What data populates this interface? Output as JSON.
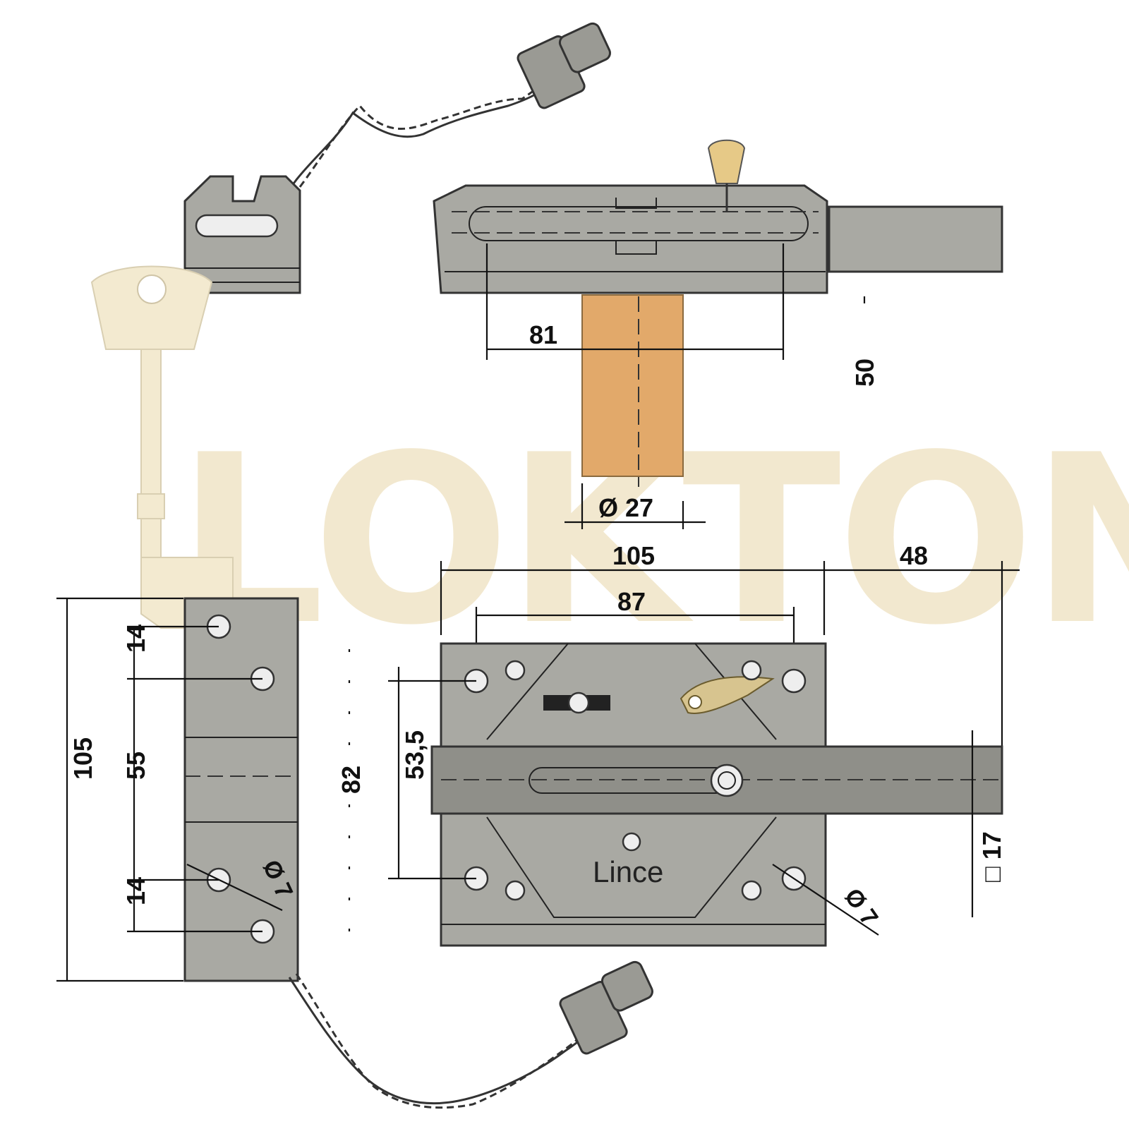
{
  "watermark": {
    "text": "LOKTONIC"
  },
  "lock": {
    "brand_label": "Lince"
  },
  "dimensions": {
    "top_width": "81",
    "height_right": "50",
    "cylinder_diameter": "Ø 27",
    "overall_width": "105",
    "bolt_projection": "48",
    "hole_spacing": "87",
    "keeper_height": "105",
    "keeper_hole_top": "14",
    "keeper_mid": "55",
    "keeper_hole_bottom": "14",
    "keeper_inner": "82",
    "body_hole_spacing": "53,5",
    "bolt_square": "□ 17",
    "screw_diameter_left": "Ø 7",
    "screw_diameter_right": "Ø 7"
  },
  "colors": {
    "metal": "#a9a9a3",
    "cylinder": "#e2a96a",
    "key": "#f3ead0",
    "watermark": "#e8d7a8"
  }
}
